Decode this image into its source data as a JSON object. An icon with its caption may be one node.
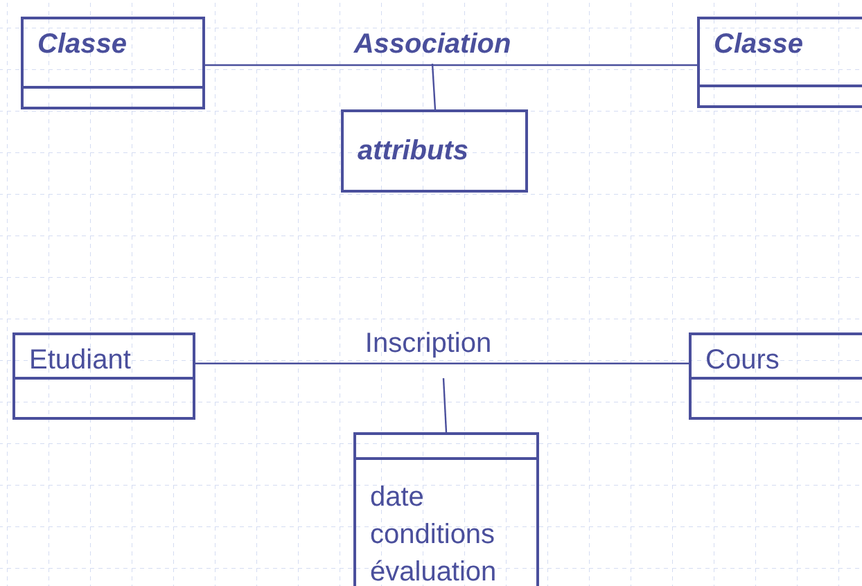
{
  "diagram": {
    "nodes": [
      {
        "text": [
          "Classe"
        ]
      },
      {
        "text": [
          "Classe"
        ]
      },
      {
        "text": [
          "attributs"
        ]
      },
      {
        "text": [
          "Etudiant"
        ]
      },
      {
        "text": [
          "Cours"
        ]
      },
      {
        "text": [
          "date",
          "conditions",
          "évaluation"
        ]
      }
    ],
    "edges": [
      {
        "from": 0,
        "to": 1,
        "arrow": "none",
        "label": "Association"
      },
      {
        "from": null,
        "to": 2,
        "arrow": "none"
      },
      {
        "from": 3,
        "to": 4,
        "arrow": "none",
        "label": "Inscription"
      },
      {
        "from": null,
        "to": 5,
        "arrow": "none"
      }
    ]
  }
}
